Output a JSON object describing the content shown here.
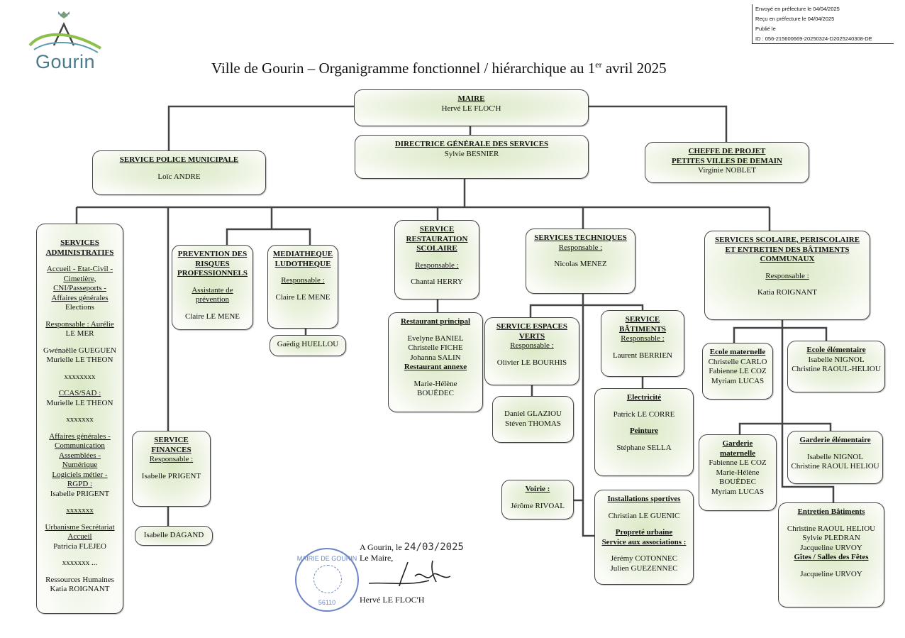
{
  "prefecture": {
    "sent": "Envoyé en préfecture le 04/04/2025",
    "received": "Reçu en préfecture le 04/04/2025",
    "published": "Publié le",
    "id": "ID : 056-215600669-20250324-D2025240308-DE"
  },
  "logo": {
    "text": "Gourin"
  },
  "title": {
    "main": "Ville de Gourin – Organigramme fonctionnel / hiérarchique au 1",
    "sup": "er",
    "end": " avril 2025"
  },
  "colors": {
    "box_fill": "#dbe9c6",
    "line": "#444444",
    "seal": "#6b86c4"
  },
  "boxes": {
    "maire": [
      {
        "heading": "MAIRE"
      },
      {
        "text": "Hervé LE FLOC'H"
      }
    ],
    "dgs": [
      {
        "heading": "DIRECTRICE GÉNÉRALE DES SERVICES"
      },
      {
        "text": "Sylvie BESNIER"
      }
    ],
    "police": [
      {
        "heading": "SERVICE POLICE MUNICIPALE"
      },
      {
        "gap": 1
      },
      {
        "text": "Loïc ANDRE"
      }
    ],
    "cheffe": [
      {
        "heading": "CHEFFE DE PROJET"
      },
      {
        "heading": "PETITES VILLES DE DEMAIN"
      },
      {
        "text": "Virginie NOBLET"
      }
    ],
    "admin": [
      {
        "heading": "SERVICES"
      },
      {
        "heading": "ADMINISTRATIFS"
      },
      {
        "gap": 1
      },
      {
        "label": "Accueil - Etat-Civil -"
      },
      {
        "label": "Cimetière,"
      },
      {
        "label": "CNI/Passeports -"
      },
      {
        "label": "Affaires générales"
      },
      {
        "text": "Elections"
      },
      {
        "gap": 1
      },
      {
        "label": "Responsable : Aurélie"
      },
      {
        "text": "LE MER"
      },
      {
        "gap": 1
      },
      {
        "text": "Gwénaëlle GUEGUEN"
      },
      {
        "text": "Murielle LE THEON"
      },
      {
        "gap": 1
      },
      {
        "text": "xxxxxxxx"
      },
      {
        "gap": 1
      },
      {
        "label": "CCAS/SAD :"
      },
      {
        "text": "Murielle LE THEON"
      },
      {
        "gap": 1
      },
      {
        "text": "xxxxxxx"
      },
      {
        "gap": 1
      },
      {
        "label": "Affaires générales -"
      },
      {
        "label": "Communication"
      },
      {
        "label": "Assemblées -"
      },
      {
        "label": "Numérique"
      },
      {
        "label": "Logiciels métier -"
      },
      {
        "label": "RGPD :"
      },
      {
        "text": "Isabelle PRIGENT"
      },
      {
        "gap": 1
      },
      {
        "label": "xxxxxxx"
      },
      {
        "gap": 1
      },
      {
        "label": "Urbanisme Secrétariat"
      },
      {
        "label": "Accueil"
      },
      {
        "text": "Patricia FLEJEO"
      },
      {
        "gap": 1
      },
      {
        "text": "xxxxxxx ..."
      },
      {
        "gap": 1
      },
      {
        "text": "Ressources Humaines"
      },
      {
        "text": "Katia ROIGNANT"
      }
    ],
    "prevention": [
      {
        "heading": "PREVENTION DES"
      },
      {
        "heading": "RISQUES"
      },
      {
        "heading": "PROFESSIONNELS"
      },
      {
        "gap": 1
      },
      {
        "label": "Assistante de"
      },
      {
        "label": "prévention"
      },
      {
        "gap": 1
      },
      {
        "text": "Claire LE MENE"
      }
    ],
    "mediatheque": [
      {
        "heading": "MEDIATHEQUE"
      },
      {
        "heading": "LUDOTHEQUE"
      },
      {
        "gap": 1
      },
      {
        "label": "Responsable :"
      },
      {
        "gap": 1
      },
      {
        "text": "Claire LE MENE"
      }
    ],
    "gaedig": [
      {
        "text": "Gaëdig HUELLOU"
      }
    ],
    "restauration": [
      {
        "heading": "SERVICE"
      },
      {
        "heading": "RESTAURATION"
      },
      {
        "heading": "SCOLAIRE"
      },
      {
        "gap": 1
      },
      {
        "label": "Responsable :"
      },
      {
        "gap": 1
      },
      {
        "text": "Chantal HERRY"
      }
    ],
    "restaurants": [
      {
        "heading": "Restaurant principal"
      },
      {
        "gap": 1
      },
      {
        "text": "Evelyne BANIEL"
      },
      {
        "text": "Christelle FICHE"
      },
      {
        "text": "Johanna SALIN"
      },
      {
        "heading": "Restaurant annexe"
      },
      {
        "gap": 1
      },
      {
        "text": "Marie-Hélène"
      },
      {
        "text": "BOUËDEC"
      }
    ],
    "techniques": [
      {
        "heading": "SERVICES TECHNIQUES"
      },
      {
        "label": "Responsable :"
      },
      {
        "gap": 1
      },
      {
        "text": "Nicolas MENEZ"
      }
    ],
    "espaces_verts": [
      {
        "heading": "SERVICE ESPACES"
      },
      {
        "heading": "VERTS"
      },
      {
        "label": "Responsable :"
      },
      {
        "gap": 1
      },
      {
        "text": "Olivier LE BOURHIS"
      }
    ],
    "espaces_agents": [
      {
        "text": "Daniel GLAZIOU"
      },
      {
        "text": "Stéven THOMAS"
      }
    ],
    "batiments": [
      {
        "heading": "SERVICE"
      },
      {
        "heading": "BÂTIMENTS"
      },
      {
        "label": "Responsable :"
      },
      {
        "gap": 1
      },
      {
        "text": "Laurent BERRIEN"
      }
    ],
    "electricite": [
      {
        "heading": "Electricité"
      },
      {
        "gap": 1
      },
      {
        "text": "Patrick LE CORRE"
      },
      {
        "gap": 1
      },
      {
        "heading": "Peinture"
      },
      {
        "gap": 1
      },
      {
        "text": "Stéphane SELLA"
      }
    ],
    "voirie": [
      {
        "heading": "Voirie :"
      },
      {
        "gap": 1
      },
      {
        "text": "Jérôme RIVOAL"
      }
    ],
    "installations": [
      {
        "heading": "Installations sportives"
      },
      {
        "gap": 1
      },
      {
        "text": "Christian LE GUENIC"
      },
      {
        "gap": 1
      },
      {
        "heading": "Propreté urbaine"
      },
      {
        "heading": "Service aux associations :"
      },
      {
        "gap": 1
      },
      {
        "text": "Jérémy COTONNEC"
      },
      {
        "text": "Julien GUEZENNEC"
      }
    ],
    "finances": [
      {
        "heading": "SERVICE"
      },
      {
        "heading": "FINANCES"
      },
      {
        "label": "Responsable :"
      },
      {
        "gap": 1
      },
      {
        "text": "Isabelle PRIGENT"
      }
    ],
    "dagand": [
      {
        "text": "Isabelle DAGAND"
      }
    ],
    "scolaire": [
      {
        "heading": "SERVICES SCOLAIRE, PERISCOLAIRE"
      },
      {
        "heading": "ET ENTRETIEN DES BÂTIMENTS"
      },
      {
        "heading": "COMMUNAUX"
      },
      {
        "gap": 1
      },
      {
        "label": "Responsable :"
      },
      {
        "gap": 1
      },
      {
        "text": "Katia ROIGNANT"
      }
    ],
    "ecole_maternelle": [
      {
        "heading": "Ecole maternelle"
      },
      {
        "text": "Christelle CARLO"
      },
      {
        "text": "Fabienne LE COZ"
      },
      {
        "text": "Myriam LUCAS"
      }
    ],
    "ecole_elementaire": [
      {
        "heading": "Ecole élémentaire"
      },
      {
        "text": "Isabelle NIGNOL"
      },
      {
        "text": "Christine RAOUL-HELIOU"
      }
    ],
    "garderie_maternelle": [
      {
        "heading": "Garderie"
      },
      {
        "heading": "maternelle"
      },
      {
        "text": "Fabienne LE COZ"
      },
      {
        "text": "Marie-Hélène"
      },
      {
        "text": "BOUËDEC"
      },
      {
        "text": "Myriam LUCAS"
      }
    ],
    "garderie_elementaire": [
      {
        "heading": "Garderie élémentaire"
      },
      {
        "gap": 1
      },
      {
        "text": "Isabelle NIGNOL"
      },
      {
        "text": "Christine RAOUL HELIOU"
      }
    ],
    "entretien": [
      {
        "heading": "Entretien Bâtiments"
      },
      {
        "gap": 1
      },
      {
        "text": "Christine RAOUL HELIOU"
      },
      {
        "text": "Sylvie PLEDRAN"
      },
      {
        "text": "Jacqueline URVOY"
      },
      {
        "heading": "Gîtes / Salles des Fêtes"
      },
      {
        "gap": 1
      },
      {
        "text": "Jacqueline URVOY"
      }
    ]
  },
  "signature": {
    "place": "A Gourin, le",
    "date": "24/03/2025",
    "role": "Le Maire,",
    "name": "Hervé LE FLOC'H",
    "seal_top": "MAIRIE DE GOURIN",
    "seal_bottom": "56110"
  }
}
